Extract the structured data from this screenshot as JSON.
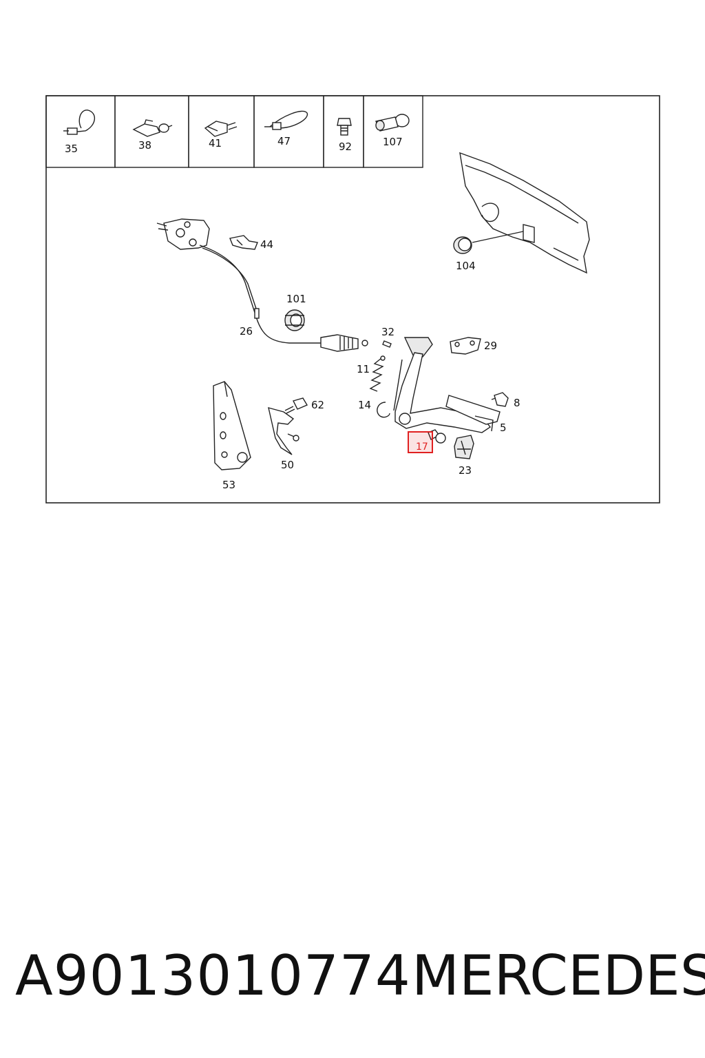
{
  "header_parts": [
    {
      "id": "35"
    },
    {
      "id": "38"
    },
    {
      "id": "41"
    },
    {
      "id": "47"
    },
    {
      "id": "92"
    },
    {
      "id": "107"
    }
  ],
  "callouts": {
    "p44": "44",
    "p104": "104",
    "p101": "101",
    "p26": "26",
    "p32": "32",
    "p29": "29",
    "p11": "11",
    "p62": "62",
    "p14": "14",
    "p8": "8",
    "p5": "5",
    "p17": "17",
    "p23": "23",
    "p50": "50",
    "p53": "53"
  },
  "highlight": {
    "part": "17",
    "color": "#e02020"
  },
  "footer": {
    "part_number": "A9013010774",
    "brand": "MERCEDES"
  }
}
